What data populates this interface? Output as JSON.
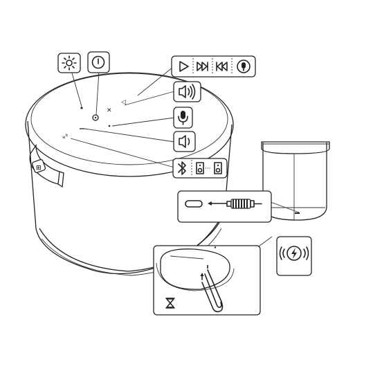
{
  "diagram": {
    "callouts": [
      {
        "id": "light",
        "icon": "light-icon"
      },
      {
        "id": "power",
        "icon": "power-icon"
      },
      {
        "id": "media",
        "icons": [
          "play-icon",
          "skip-forward-icon",
          "skip-back-icon",
          "voice-assistant-icon"
        ]
      },
      {
        "id": "volume-up",
        "icon": "volume-up-icon"
      },
      {
        "id": "microphone",
        "icon": "microphone-icon"
      },
      {
        "id": "volume-down",
        "icon": "volume-down-icon"
      },
      {
        "id": "bluetooth",
        "icons": [
          "bluetooth-icon",
          "speaker-a-icon",
          "speaker-b-icon"
        ]
      },
      {
        "id": "usb-c",
        "icons": [
          "usb-c-port-icon",
          "arrow-left-icon",
          "usb-c-cable-icon"
        ]
      },
      {
        "id": "wireless-charging",
        "icon": "wireless-charging-icon"
      },
      {
        "id": "reset",
        "icons": [
          "paperclip-icon",
          "hourglass-icon"
        ]
      }
    ],
    "colors": {
      "line": "#222222",
      "background": "#ffffff"
    }
  }
}
